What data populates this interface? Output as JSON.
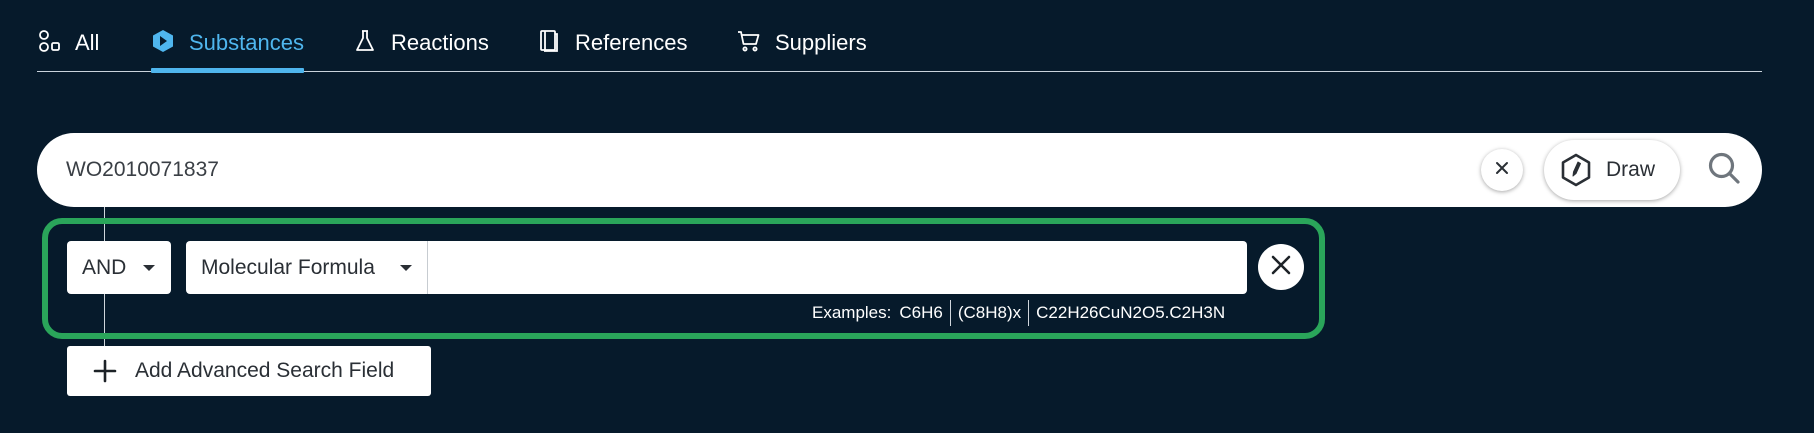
{
  "tabs": [
    {
      "label": "All",
      "icon": "all-icon",
      "active": false
    },
    {
      "label": "Substances",
      "icon": "substance-icon",
      "active": true
    },
    {
      "label": "Reactions",
      "icon": "flask-icon",
      "active": false
    },
    {
      "label": "References",
      "icon": "document-icon",
      "active": false
    },
    {
      "label": "Suppliers",
      "icon": "cart-icon",
      "active": false
    }
  ],
  "search": {
    "value": "WO2010071837",
    "draw_label": "Draw"
  },
  "advanced": {
    "operator": "AND",
    "field": "Molecular Formula",
    "value": "",
    "examples_label": "Examples:",
    "examples": [
      "C6H6",
      "(C8H8)x",
      "C22H26CuN2O5.C2H3N"
    ],
    "add_label": "Add Advanced Search Field"
  },
  "colors": {
    "background": "#061a2b",
    "accent": "#4fb6ee",
    "highlight_border": "#2aa55a"
  }
}
